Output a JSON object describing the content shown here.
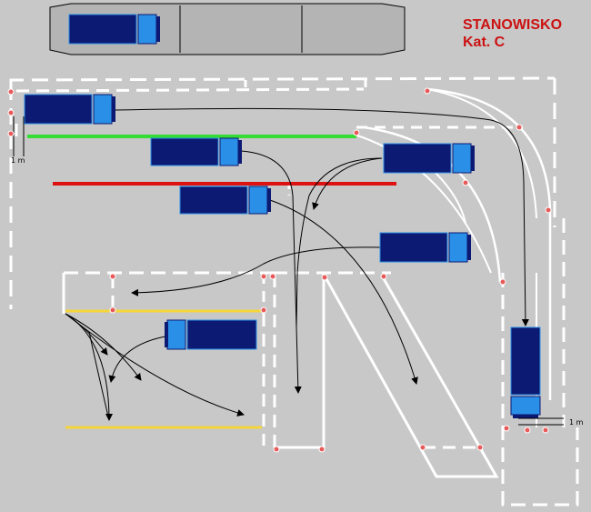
{
  "title": {
    "line1": "STANOWISKO",
    "line2": "Kat. C"
  },
  "dimensions": {
    "left_gap": "1 m",
    "right_gap": "1 m"
  },
  "colors": {
    "background": "#c8c8c8",
    "truck_body": "#0d1a73",
    "truck_cab": "#2a8fe6",
    "lane_marking": "#ffffff",
    "start_line": "#33dd33",
    "stop_line": "#dd1111",
    "yellow_line": "#f5d53a",
    "cone": "#e85a5a",
    "title": "#cc1111"
  }
}
